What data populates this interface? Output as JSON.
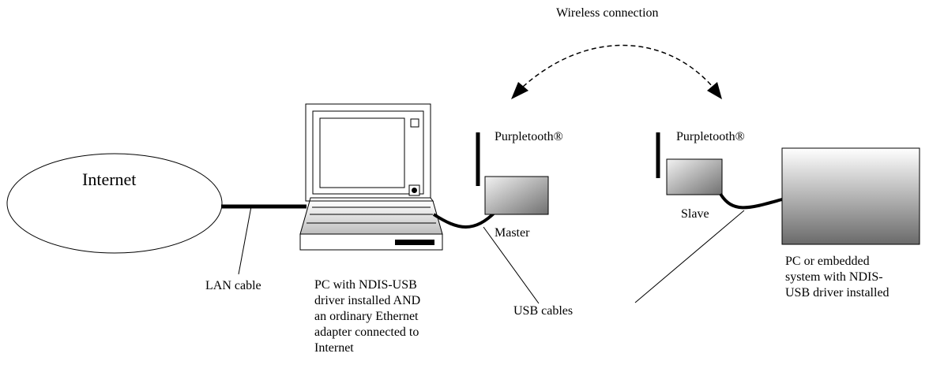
{
  "labels": {
    "wireless": "Wireless connection",
    "internet": "Internet",
    "lan_cable": "LAN cable",
    "pc_description": "PC with NDIS-USB\ndriver installed AND\nan ordinary Ethernet\nadapter connected to\nInternet",
    "usb_cables": "USB cables",
    "master_brand": "Purpletooth®",
    "master": "Master",
    "slave_brand": "Purpletooth®",
    "slave": "Slave",
    "embedded_description": "PC or embedded\nsystem with NDIS-\nUSB driver installed"
  }
}
